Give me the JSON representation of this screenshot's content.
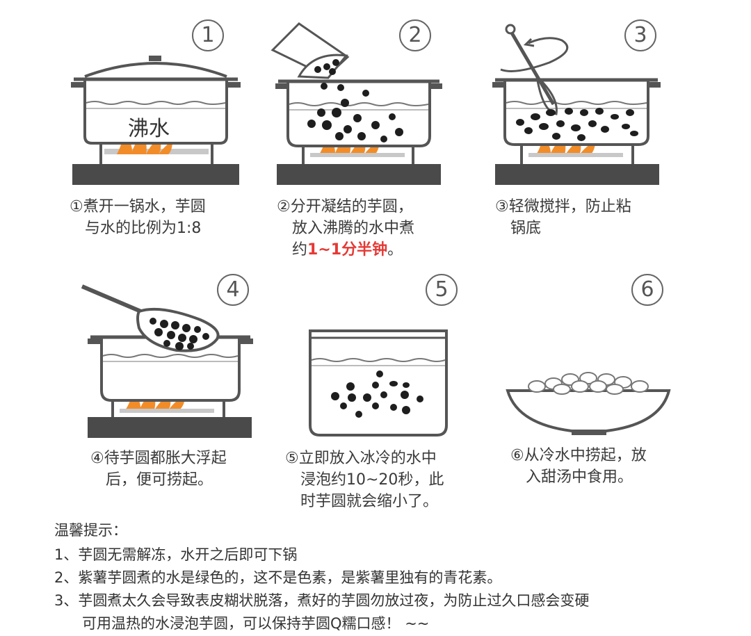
{
  "steps": [
    {
      "num": "1",
      "caption_lines": [
        "①煮开一锅水，芋圆",
        "与水的比例为1:8"
      ],
      "pot_label": "沸水"
    },
    {
      "num": "2",
      "caption_lines": [
        "②分开凝结的芋圆，",
        "放入沸腾的水中煮"
      ],
      "caption_line3_prefix": "约",
      "caption_highlight": "1~1分半钟",
      "caption_line3_suffix": "。"
    },
    {
      "num": "3",
      "caption_lines": [
        "③轻微搅拌，防止粘",
        "锅底"
      ]
    },
    {
      "num": "4",
      "caption_lines": [
        "④待芋圆都胀大浮起",
        "后，便可捞起。"
      ]
    },
    {
      "num": "5",
      "caption_lines": [
        "⑤立即放入冰冷的水中",
        "浸泡约10~20秒，此",
        "时芋圆就会缩小了。"
      ]
    },
    {
      "num": "6",
      "caption_lines": [
        "⑥从冷水中捞起，放",
        "入甜汤中食用。"
      ]
    }
  ],
  "tips": {
    "title": "温馨提示：",
    "items": [
      "1、芋圆无需解冻，水开之后即可下锅",
      "2、紫薯芋圆煮的水是绿色的，这不是色素，是紫薯里独有的青花素。",
      "3、芋圆煮太久会导致表皮糊状脱落，煮好的芋圆勿放过夜，为防止过久口感会变硬"
    ],
    "continuation": "可用温热的水浸泡芋圆，可以保持芋圆Q糯口感！ ~~"
  },
  "colors": {
    "outline": "#555555",
    "flame": "#f28c28",
    "flame_core": "#f7b64a",
    "stove": "#4a4a4a",
    "ball": "#1e1e1e",
    "highlight": "#e53935"
  }
}
